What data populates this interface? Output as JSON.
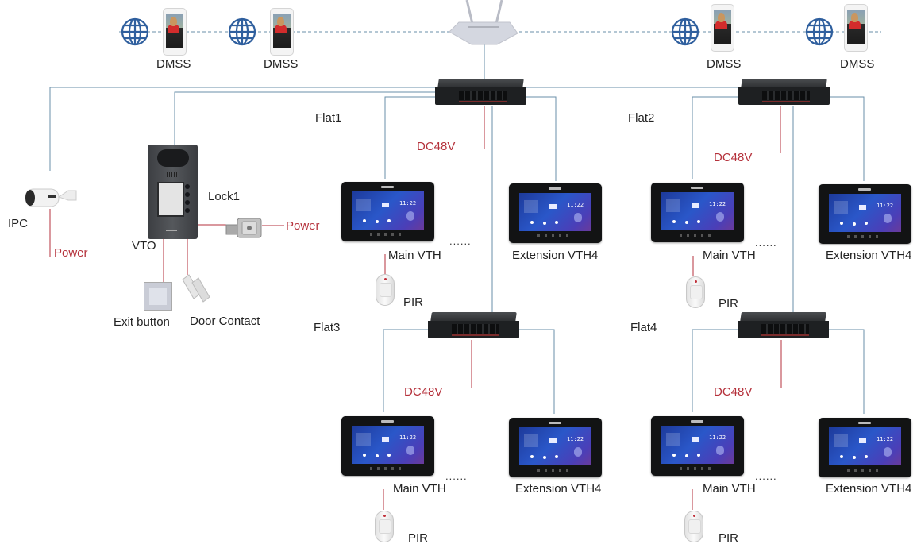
{
  "diagram": {
    "title": "Video intercom network topology",
    "colors": {
      "network_line": "#6a8fa8",
      "power_line": "#b5323c",
      "internet_dashed": "#6a8fa8",
      "label_power": "#b5323c",
      "label_text": "#222222",
      "globe": "#2f5f9e"
    },
    "internet": {
      "clients": [
        {
          "icon": "globe-icon",
          "device": "smartphone",
          "label": "DMSS"
        },
        {
          "icon": "globe-icon",
          "device": "smartphone",
          "label": "DMSS"
        },
        {
          "icon": "globe-icon",
          "device": "smartphone",
          "label": "DMSS"
        },
        {
          "icon": "globe-icon",
          "device": "smartphone",
          "label": "DMSS"
        }
      ],
      "router": {
        "icon": "wifi-router-icon"
      }
    },
    "entrance": {
      "ipc": {
        "label": "IPC",
        "power_label": "Power"
      },
      "vto": {
        "label": "VTO"
      },
      "lock": {
        "label": "Lock1",
        "power_label": "Power"
      },
      "exit_button": {
        "label": "Exit button"
      },
      "door_contact": {
        "label": "Door Contact"
      }
    },
    "flats": [
      {
        "name": "Flat1",
        "power": "DC48V",
        "main": "Main VTH",
        "ext": "Extension VTH4",
        "ellipsis": "......",
        "pir": "PIR"
      },
      {
        "name": "Flat2",
        "power": "DC48V",
        "main": "Main VTH",
        "ext": "Extension VTH4",
        "ellipsis": "......",
        "pir": "PIR"
      },
      {
        "name": "Flat3",
        "power": "DC48V",
        "main": "Main VTH",
        "ext": "Extension VTH4",
        "ellipsis": "......",
        "pir": "PIR"
      },
      {
        "name": "Flat4",
        "power": "DC48V",
        "main": "Main VTH",
        "ext": "Extension VTH4",
        "ellipsis": "......",
        "pir": "PIR"
      }
    ],
    "vth_screen": {
      "clock": "11:22"
    }
  }
}
